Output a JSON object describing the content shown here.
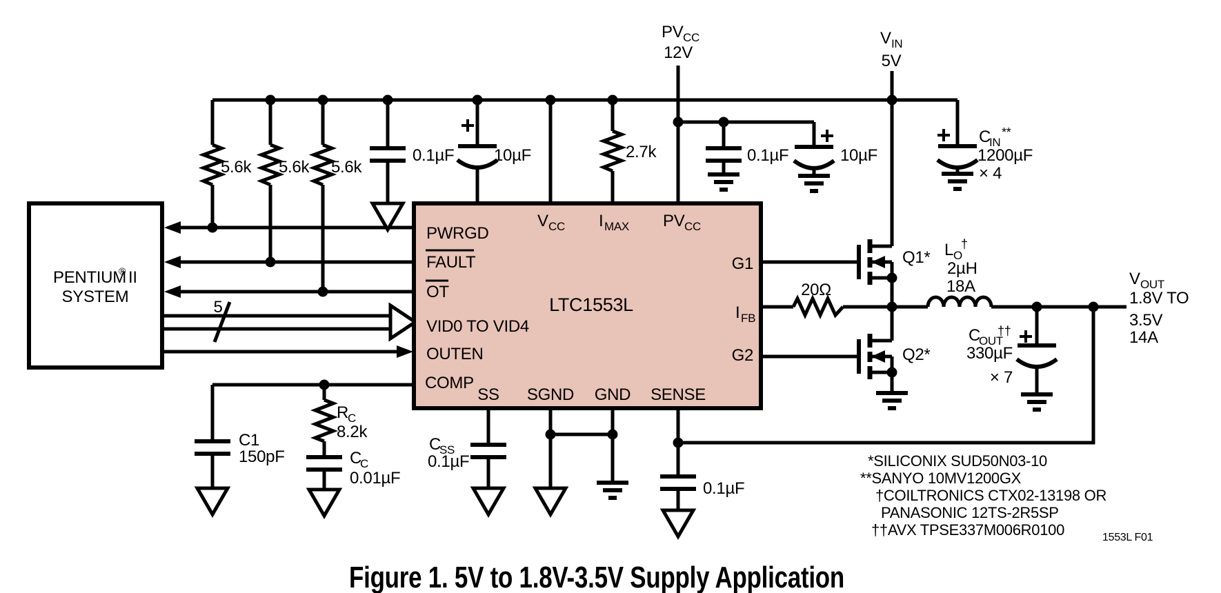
{
  "figure": {
    "caption": "Figure 1. 5V to 1.8V-3.5V Supply Application",
    "doc_ref": "1553L F01"
  },
  "system_box": {
    "line1": "PENTIUM",
    "line1_sup": "®",
    "line1_tail": "II",
    "line2": "SYSTEM"
  },
  "ic": {
    "name": "LTC1553L",
    "pins": {
      "pwrgd": "PWRGD",
      "fault": "FAULT",
      "ot": "OT",
      "vid": "VID0 TO VID4",
      "outen": "OUTEN",
      "comp": "COMP",
      "vcc_main": "V",
      "vcc_sub": "CC",
      "imax_main": "I",
      "imax_sub": "MAX",
      "pvcc_main": "PV",
      "pvcc_sub": "CC",
      "g1": "G1",
      "ifb_main": "I",
      "ifb_sub": "FB",
      "g2": "G2",
      "ss": "SS",
      "sgnd": "SGND",
      "gnd": "GND",
      "sense": "SENSE"
    }
  },
  "supplies": {
    "pvcc_main": "PV",
    "pvcc_sub": "CC",
    "pvcc_v": "12V",
    "vin_main": "V",
    "vin_sub": "IN",
    "vin_v": "5V"
  },
  "output": {
    "vout_main": "V",
    "vout_sub": "OUT",
    "range1": "1.8V TO",
    "range2": "3.5V",
    "current": "14A"
  },
  "bus": {
    "width": "5"
  },
  "components": {
    "r1": "5.6k",
    "r2": "5.6k",
    "r3": "5.6k",
    "c_vcc_a": "0.1µF",
    "c_vcc_b": "10µF",
    "r_imax": "2.7k",
    "c_pvcc_a": "0.1µF",
    "c_pvcc_b": "10µF",
    "cin_main": "C",
    "cin_sub": "IN",
    "cin_sup": "**",
    "cin_val": "1200µF",
    "cin_mult": "× 4",
    "q1": "Q1*",
    "q2": "Q2*",
    "r_gate": "20Ω",
    "lo_main": "L",
    "lo_sub": "O",
    "lo_sup": "†",
    "lo_val": "2µH",
    "lo_cur": "18A",
    "cout_main": "C",
    "cout_sub": "OUT",
    "cout_sup": "††",
    "cout_val": "330µF",
    "cout_mult": "× 7",
    "c1_name": "C1",
    "c1_val": "150pF",
    "rc_main": "R",
    "rc_sub": "C",
    "rc_val": "8.2k",
    "cc_main": "C",
    "cc_sub": "C",
    "cc_val": "0.01µF",
    "css_main": "C",
    "css_sub": "SS",
    "css_val": "0.1µF",
    "c_sense": "0.1µF"
  },
  "notes": [
    "*SILICONIX SUD50N03-10",
    "**SANYO 10MV1200GX",
    "†COILTRONICS CTX02-13198 OR",
    "PANASONIC 12TS-2R5SP",
    "††AVX TPSE337M006R0100"
  ],
  "colors": {
    "ic_fill": "#e8c3b8",
    "line": "#000000",
    "background": "#ffffff"
  }
}
